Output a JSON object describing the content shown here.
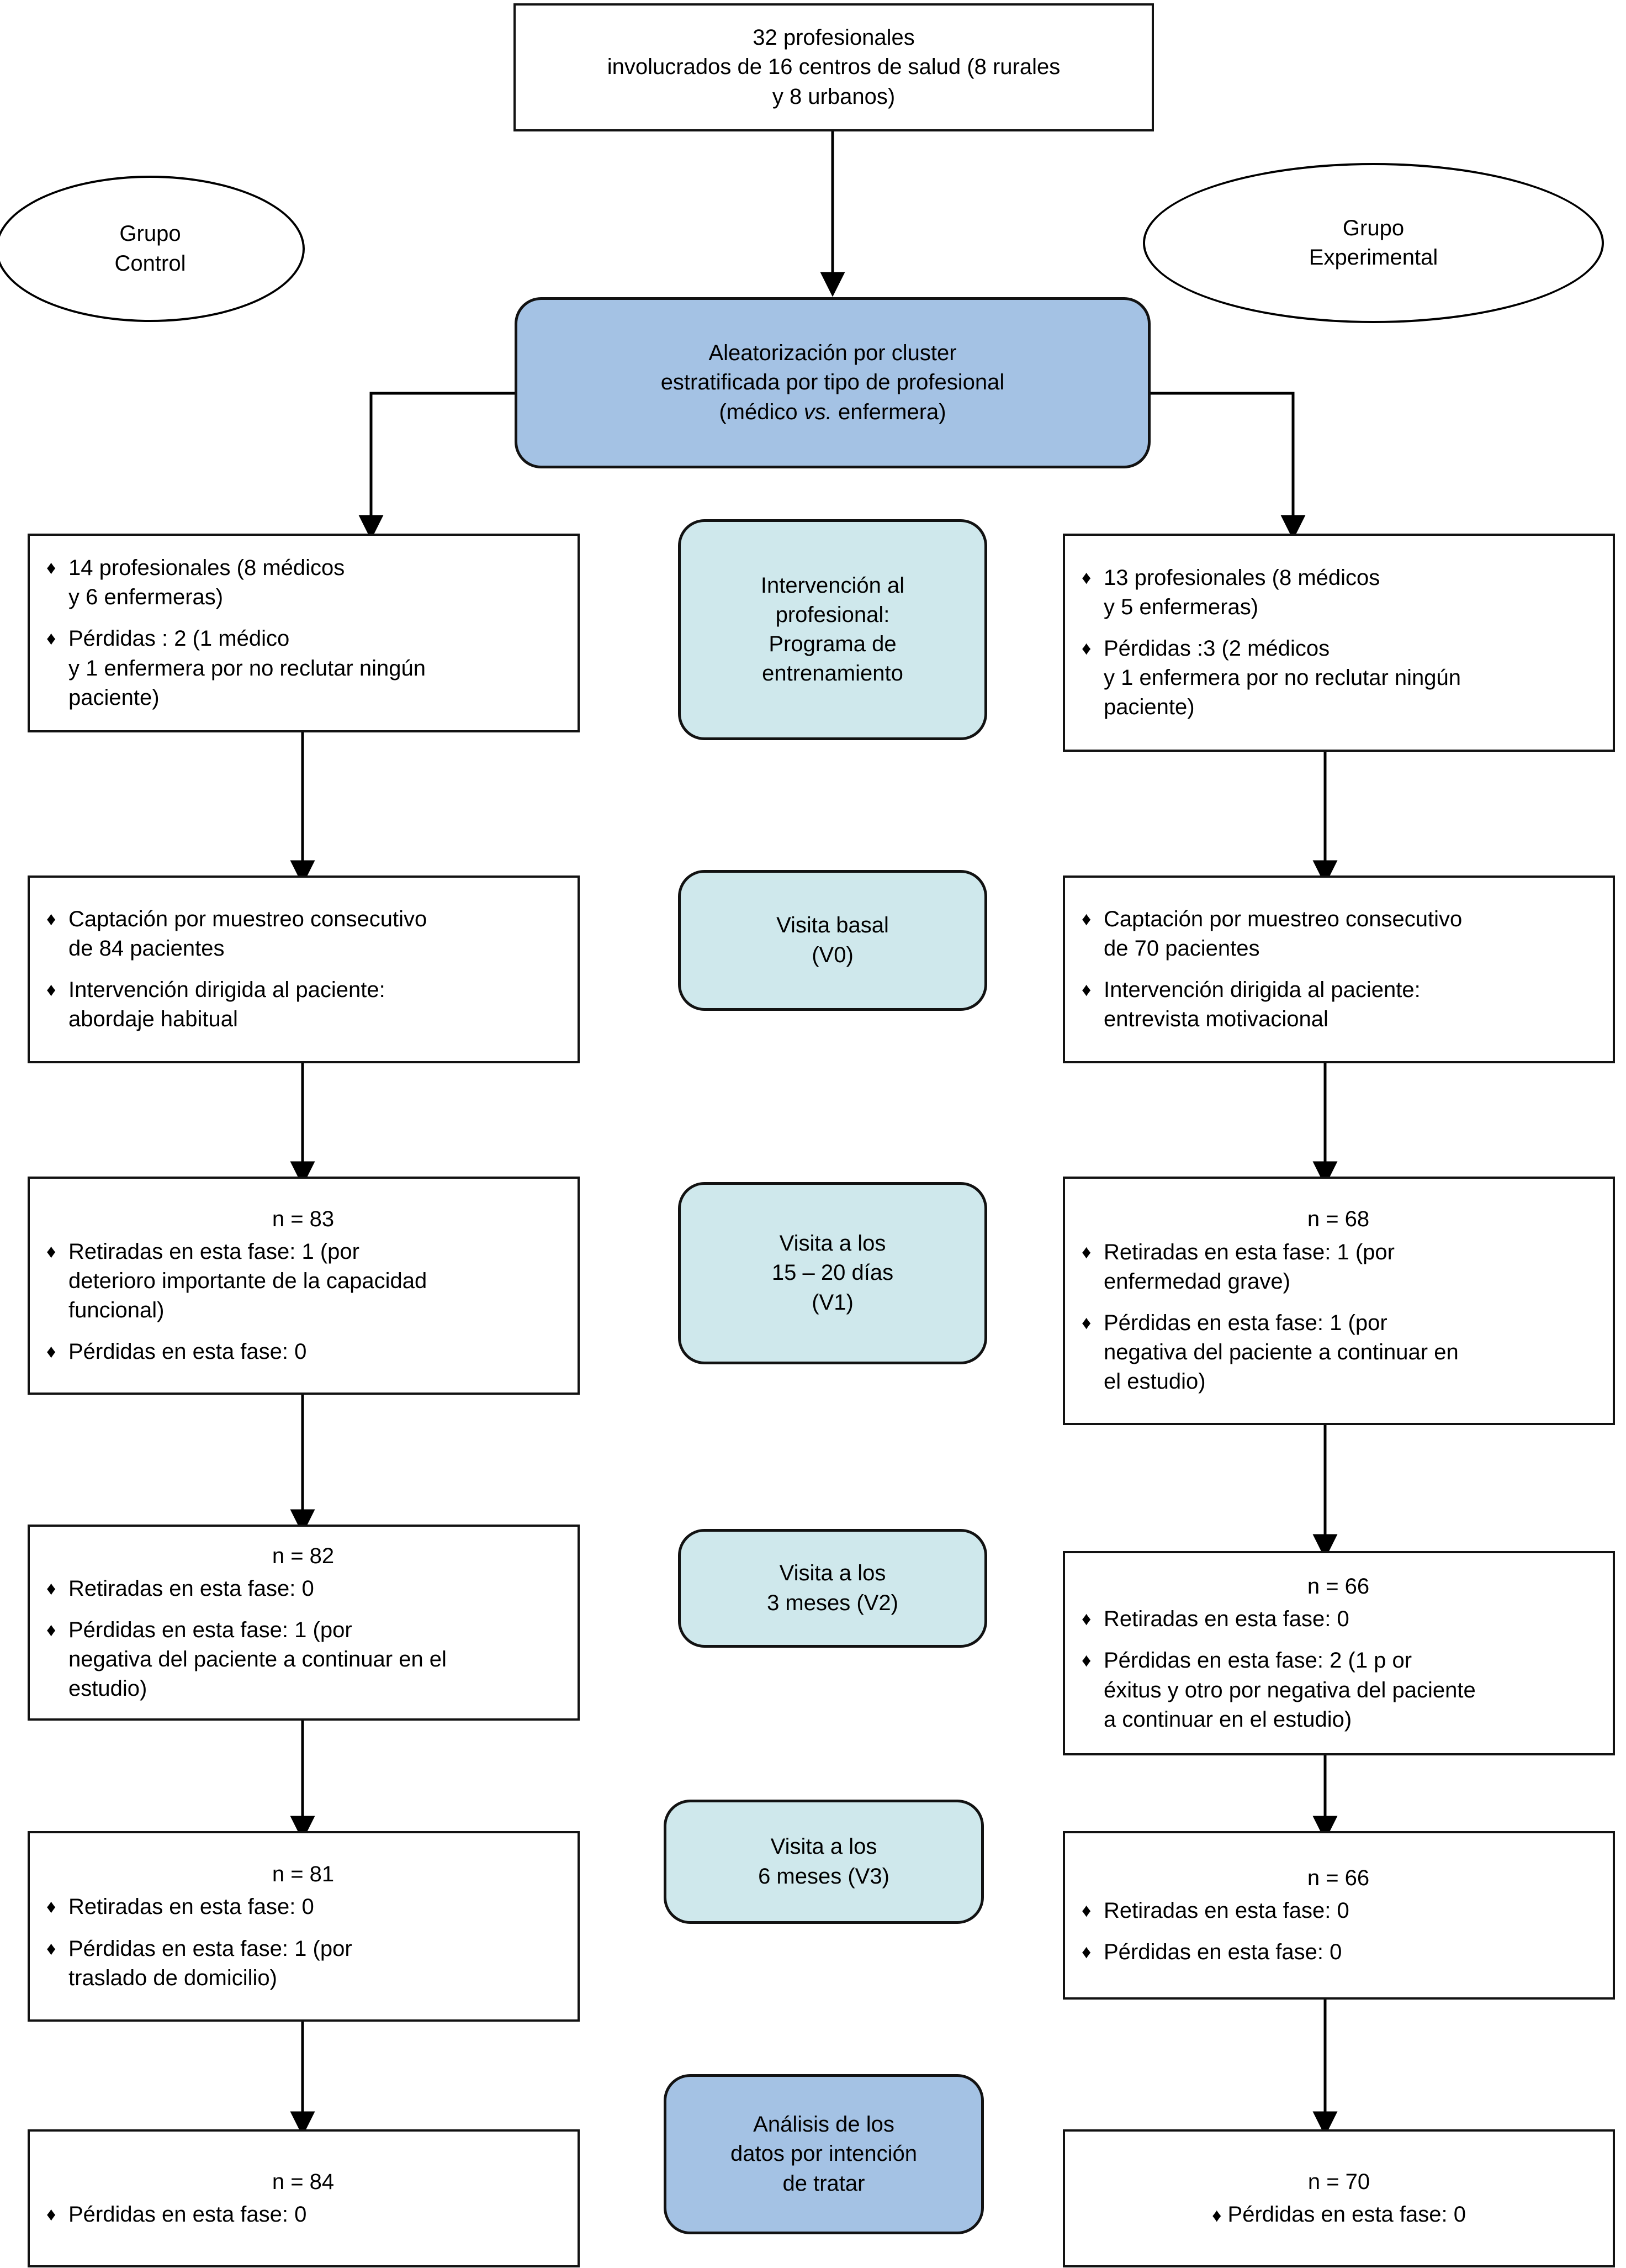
{
  "diagram": {
    "title_node": {
      "text_lines": [
        "32 profesionales",
        "involucrados de 16 centros de salud (8 rurales",
        "y 8 urbanos)"
      ]
    },
    "group_left": {
      "line1": "Grupo",
      "line2": "Control"
    },
    "group_right": {
      "line1": "Grupo",
      "line2": "Experimental"
    },
    "randomization": {
      "line1": "Aleatorización por cluster",
      "line2": "estratificada por tipo de profesional",
      "line3_pre": "(médico ",
      "line3_it": "vs.",
      "line3_post": " enfermera)"
    },
    "center_boxes": {
      "intervention": [
        "Intervención al",
        "profesional:",
        "Programa de",
        "entrenamiento"
      ],
      "v0": [
        "Visita basal",
        "(V0)"
      ],
      "v1": [
        "Visita a los",
        "15 – 20 días",
        "(V1)"
      ],
      "v2": [
        "Visita a los",
        "3 meses (V2)"
      ],
      "v3": [
        "Visita a los",
        "6 meses (V3)"
      ],
      "analysis": [
        "Análisis de los",
        "datos por intención",
        "de tratar"
      ]
    },
    "left_column": [
      {
        "id": "ctrl-professionals",
        "n_label": "",
        "bullets": [
          "14 profesionales (8 médicos\ny 6 enfermeras)",
          "Pérdidas : 2 (1 médico\ny 1 enfermera por no reclutar ningún\npaciente)"
        ]
      },
      {
        "id": "ctrl-recruitment",
        "n_label": "",
        "bullets": [
          "Captación por muestreo consecutivo\nde 84 pacientes",
          "Intervención dirigida al paciente:\nabordaje habitual"
        ]
      },
      {
        "id": "ctrl-v1",
        "n_label": "n = 83",
        "bullets": [
          "Retiradas en esta fase: 1 (por\ndeterioro importante de la capacidad\nfuncional)",
          "Pérdidas en esta fase: 0"
        ]
      },
      {
        "id": "ctrl-v2",
        "n_label": "n = 82",
        "bullets": [
          "Retiradas en esta fase: 0",
          "Pérdidas en esta fase: 1 (por\nnegativa del paciente a continuar en el\nestudio)"
        ]
      },
      {
        "id": "ctrl-v3",
        "n_label": "n = 81",
        "bullets": [
          "Retiradas en esta fase: 0",
          "Pérdidas en esta fase: 1 (por\ntraslado de domicilio)"
        ]
      },
      {
        "id": "ctrl-final",
        "n_label": "n = 84",
        "bullets": [
          "Pérdidas en esta fase: 0"
        ]
      }
    ],
    "right_column": [
      {
        "id": "exp-professionals",
        "n_label": "",
        "bullets": [
          "13 profesionales (8 médicos\ny 5 enfermeras)",
          "Pérdidas :3 (2 médicos\ny 1 enfermera por no reclutar ningún\npaciente)"
        ]
      },
      {
        "id": "exp-recruitment",
        "n_label": "",
        "bullets": [
          "Captación por muestreo consecutivo\nde 70 pacientes",
          "Intervención dirigida al paciente:\nentrevista motivacional"
        ]
      },
      {
        "id": "exp-v1",
        "n_label": "n = 68",
        "bullets": [
          "Retiradas en esta fase: 1 (por\nenfermedad grave)",
          "Pérdidas en esta fase: 1 (por\nnegativa del paciente a continuar en\nel estudio)"
        ]
      },
      {
        "id": "exp-v2",
        "n_label": "n = 66",
        "bullets": [
          "Retiradas en esta fase: 0",
          "Pérdidas en esta fase: 2 (1 p or\néxitus y otro por negativa del paciente\na continuar en el estudio)"
        ]
      },
      {
        "id": "exp-v3",
        "n_label": "n = 66",
        "bullets": [
          "Retiradas en esta fase: 0",
          "Pérdidas en esta fase: 0"
        ]
      },
      {
        "id": "exp-final",
        "n_label": "n = 70",
        "bullets": [
          "Pérdidas en esta fase: 0"
        ]
      }
    ],
    "bullet_glyph": "♦",
    "colors": {
      "randomization_fill": "#a4c2e4",
      "visit_fill": "#cfe8ec",
      "analysis_fill": "#a4c2e4",
      "stroke": "#121212"
    }
  }
}
